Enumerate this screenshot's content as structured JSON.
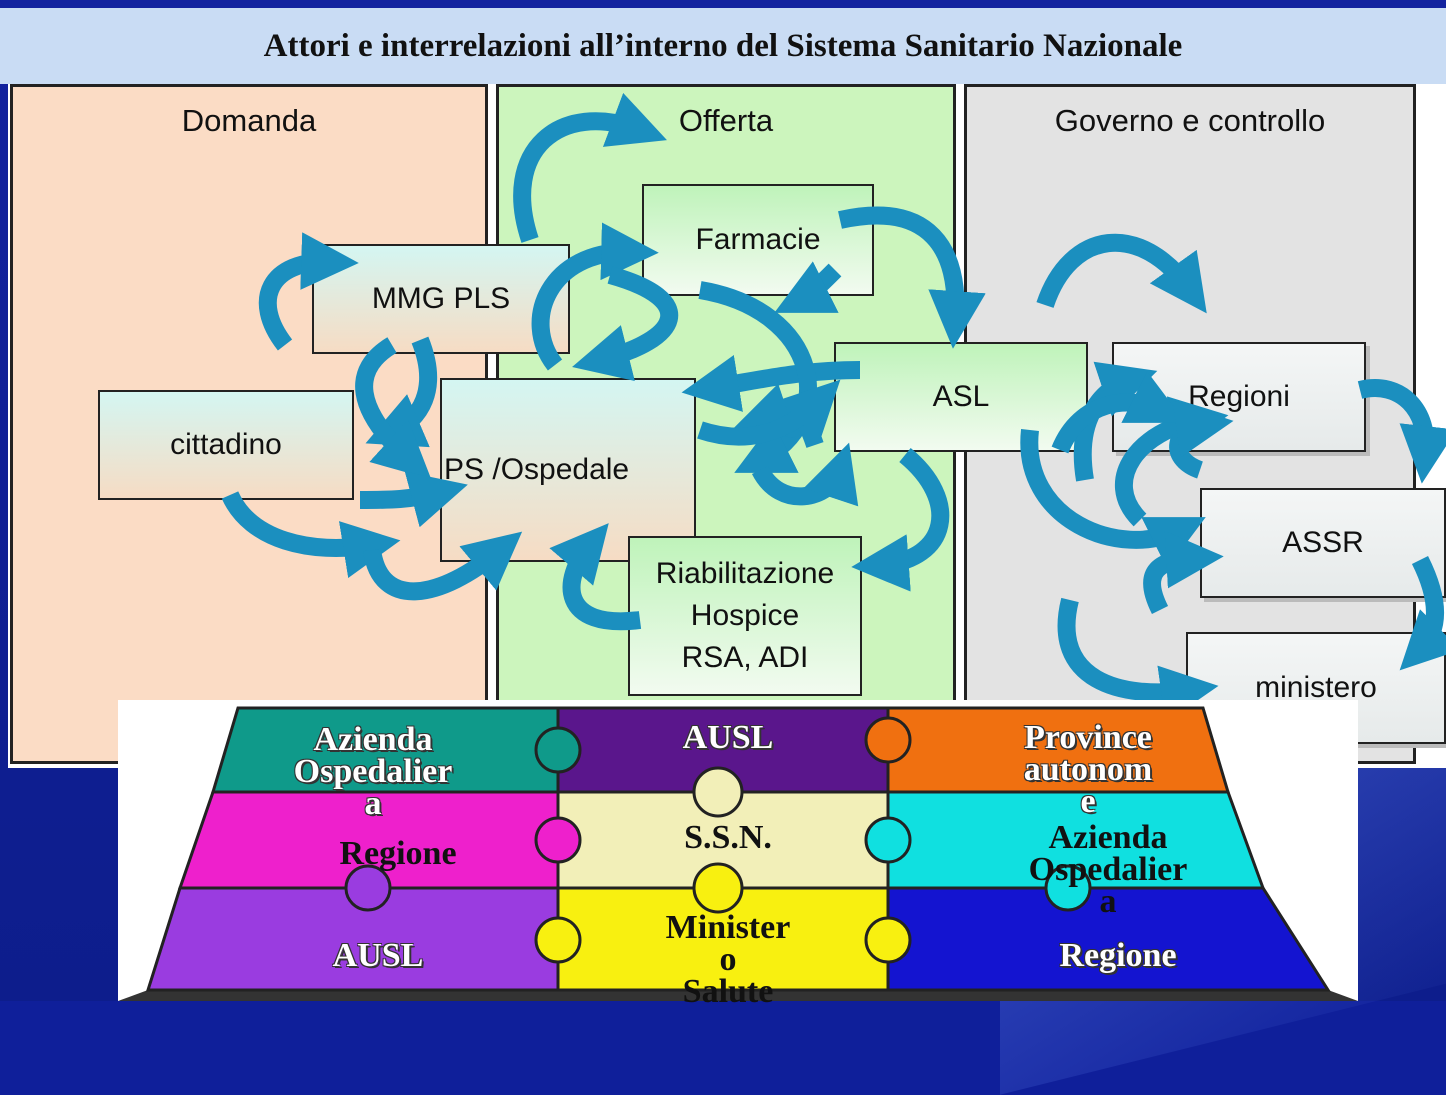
{
  "title": "Attori e interrelazioni all’interno del Sistema Sanitario Nazionale",
  "columns": {
    "domanda": "Domanda",
    "offerta": "Offerta",
    "governo": "Governo e controllo"
  },
  "nodes": {
    "cittadino": "cittadino",
    "mmg": "MMG PLS",
    "ospedale": "PS /Ospedale",
    "farmacie": "Farmacie",
    "riab1": "Riabilitazione",
    "riab2": "Hospice",
    "riab3": "RSA, ADI",
    "asl": "ASL",
    "regioni": "Regioni",
    "assr": "ASSR",
    "ministero": "ministero"
  },
  "puzzle": {
    "p1a": "Azienda",
    "p1b": "Ospedalier",
    "p1c": "a",
    "p2": "AUSL",
    "p3a": "Province",
    "p3b": "autonom",
    "p3c": "e",
    "p4": "Regione",
    "p5": "S.S.N.",
    "p6a": "Azienda",
    "p6b": "Ospedalier",
    "p6c": "a",
    "p7": "AUSL",
    "p8a": "Minister",
    "p8b": "o",
    "p8c": "Salute",
    "p9": "Regione"
  },
  "colors": {
    "background": "#13239f",
    "title_bar": "#c9dcf4",
    "arrow": "#1b8fbf",
    "arrow_dark": "#16779f"
  }
}
